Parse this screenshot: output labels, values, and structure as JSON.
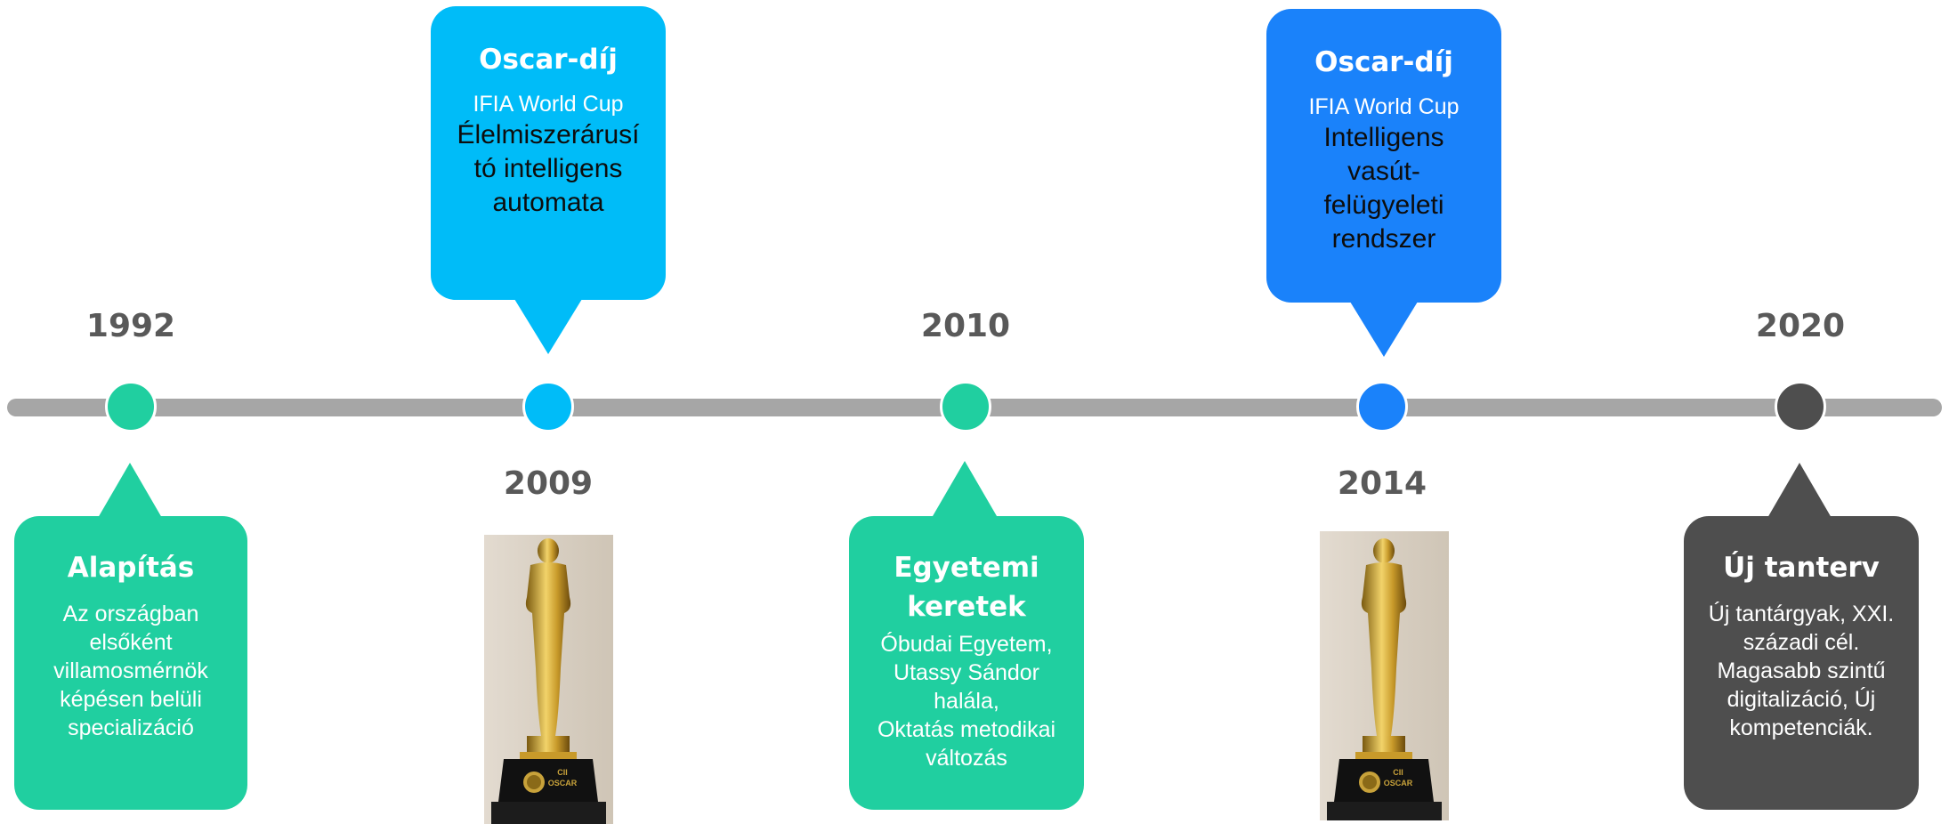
{
  "colors": {
    "green": "#20cfa0",
    "sky": "#00bcf8",
    "blue": "#1a82fa",
    "grey": "#4e4e4e",
    "axis": "#a6a6a6",
    "year_text": "#595959"
  },
  "timeline": {
    "years": {
      "y1992": "1992",
      "y2009": "2009",
      "y2010": "2010",
      "y2014": "2014",
      "y2020": "2020"
    },
    "cards": {
      "alapitas": {
        "title": "Alapítás",
        "body": [
          "Az országban",
          "elsőként",
          "villamosmérnök",
          "képésen belüli",
          "specializáció"
        ]
      },
      "oscar2009": {
        "title": "Oscar-díj",
        "subtitle": "IFIA World Cup",
        "text": [
          "Élelmiszerárusí",
          "tó intelligens",
          "automata"
        ]
      },
      "egyetemi": {
        "title": [
          "Egyetemi",
          "keretek"
        ],
        "body": [
          "Óbudai Egyetem,",
          "Utassy Sándor",
          "halála,",
          "Oktatás metodikai",
          "változás"
        ]
      },
      "oscar2014": {
        "title": "Oscar-díj",
        "subtitle": "IFIA World Cup",
        "text": [
          "Intelligens",
          "vasút-",
          "felügyeleti",
          "rendszer"
        ]
      },
      "tanterv": {
        "title": "Új tanterv",
        "body": [
          "Új tantárgyak, XXI.",
          "századi cél.",
          "Magasabb szintű",
          "digitalizáció, Új",
          "kompetenciák."
        ]
      }
    },
    "trophy_plaque": [
      "CII",
      "OSCAR"
    ]
  }
}
